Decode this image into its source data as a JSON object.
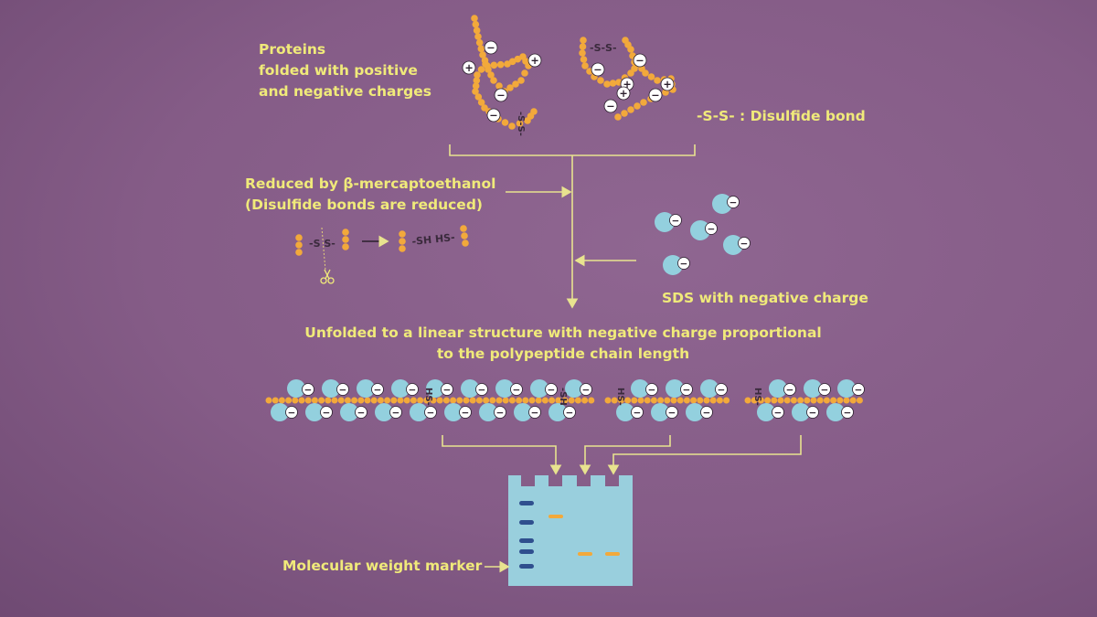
{
  "labels": {
    "folded_line1": "Proteins",
    "folded_line2": "folded with positive",
    "folded_line3": "and negative charges",
    "disulfide": "-S-S- : Disulfide bond",
    "reduced_line1": "Reduced by β-mercaptoethanol",
    "reduced_line2": "(Disulfide bonds are reduced)",
    "sds": "SDS with negative charge",
    "unfolded_line1": "Unfolded to a linear structure with negative charge proportional",
    "unfolded_line2": "to the polypeptide chain length",
    "marker": "Molecular weight marker"
  },
  "glyphs": {
    "ss": "-S-S-",
    "ss_cut": "-S S-",
    "sh_pair": "-SH HS-",
    "hs": "HS-",
    "sh": "-SH",
    "minus": "−",
    "plus": "+"
  },
  "colors": {
    "background": "#855c87",
    "text": "#f0ea7a",
    "chain": "#f2a93b",
    "sds_head": "#93d0de",
    "gel": "#99cfdd",
    "marker_band": "#2f4f8e",
    "sample_band": "#f2a93b",
    "arrow": "#e8e38f"
  },
  "icons": [
    "scissors-icon",
    "arrow-right-icon"
  ]
}
